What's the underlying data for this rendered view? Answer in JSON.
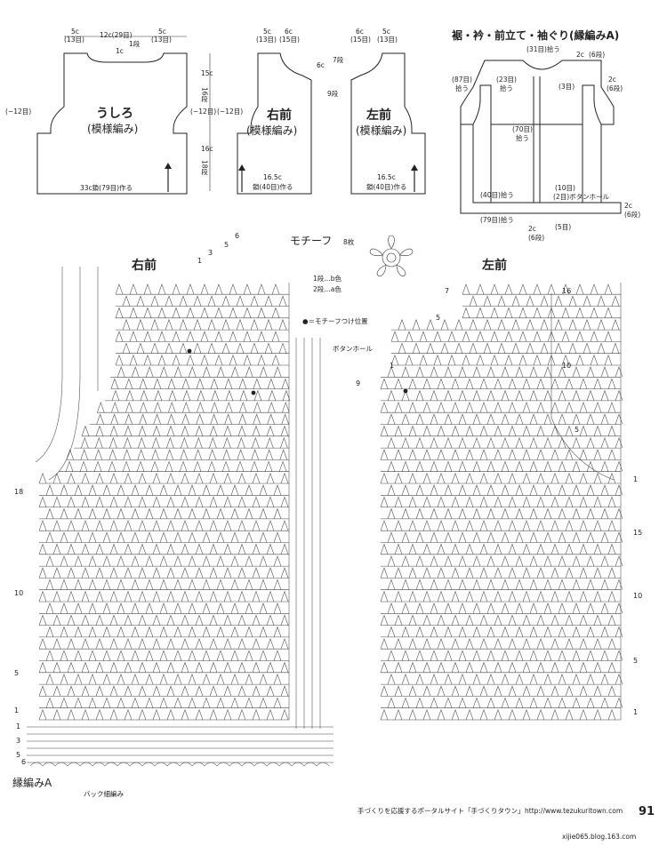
{
  "schematics": {
    "back": {
      "title": "うしろ",
      "subtitle": "(模様編み)",
      "top_left": "5c",
      "top_left_sts": "(13目)",
      "top_mid": "12c(29目)",
      "top_right": "5c",
      "top_right_sts": "(13目)",
      "neck_depth": "1c",
      "neck_rows": "1段",
      "side_left": "(−12目)",
      "side_right": "(−12目)",
      "armhole_cm": "15c",
      "armhole_rows": "16段",
      "body_cm": "16c",
      "body_rows": "18段",
      "bottom": "33c鎖(79目)作る"
    },
    "right_front": {
      "title": "右前",
      "subtitle": "(模様編み)",
      "top_a": "5c",
      "top_a_sts": "(13目)",
      "top_b": "6c",
      "top_b_sts": "(15目)",
      "side": "(−12目)",
      "bottom_cm": "16.5c",
      "bottom": "鎖(40目)作る"
    },
    "left_front": {
      "title": "左前",
      "subtitle": "(模様編み)",
      "top_a": "6c",
      "top_a_sts": "(15目)",
      "top_b": "5c",
      "top_b_sts": "(13目)",
      "neck_cm": "6c",
      "neck_rows_a": "7段",
      "neck_rows_b": "9段",
      "bottom_cm": "16.5c",
      "bottom": "鎖(40目)作る"
    },
    "edging": {
      "title": "裾・衿・前立て・袖ぐり(縁編みA)",
      "neck_pick": "(31目)拾う",
      "neck_2c": "2c",
      "neck_6rows": "(6段)",
      "armhole_left_pick": "(87目)",
      "armhole_left_pick2": "拾う",
      "neck_side_left": "(23目)",
      "neck_side_left2": "拾う",
      "neck_side_right": "(3目)",
      "right_2c": "2c",
      "right_6rows": "(6段)",
      "front_pick": "(70目)",
      "front_pick2": "拾う",
      "hem_left_pick": "(40目)拾う",
      "hem_right_pick": "(10目)",
      "button_hole": "(2目)ボタンホール",
      "hem_back_pick": "(79目)拾う",
      "hem_2c": "2c",
      "hem_6rows": "(6段)",
      "bottom_2c": "2c",
      "bottom_6rows": "(6段)",
      "bottom_5": "(5目)"
    }
  },
  "motif": {
    "title": "モチーフ",
    "count": "8枚",
    "row1": "1段…b色",
    "row2": "2段…a色",
    "marker": "●＝モチーフつけ位置"
  },
  "charts": {
    "right_front": {
      "title": "右前",
      "button_hole_label": "ボタンホール",
      "row_labels": [
        "18",
        "10",
        "5",
        "1"
      ],
      "edge_labels": [
        "1",
        "3",
        "5",
        "6"
      ],
      "top_labels": [
        "3",
        "5",
        "6",
        "1"
      ],
      "edging_label": "縁編みA",
      "back_sc_label": "バック細編み"
    },
    "left_front": {
      "title": "左前",
      "row_labels": [
        "16",
        "10",
        "5",
        "1",
        "15",
        "10",
        "5",
        "1"
      ],
      "left_labels": [
        "7",
        "5",
        "1",
        "9"
      ]
    }
  },
  "footer": {
    "text": "手づくりを応援するポータルサイト「手づくりタウン」",
    "url": "http://www.tezukuritown.com",
    "page": "91",
    "watermark": "xijie065.blog.163.com"
  }
}
